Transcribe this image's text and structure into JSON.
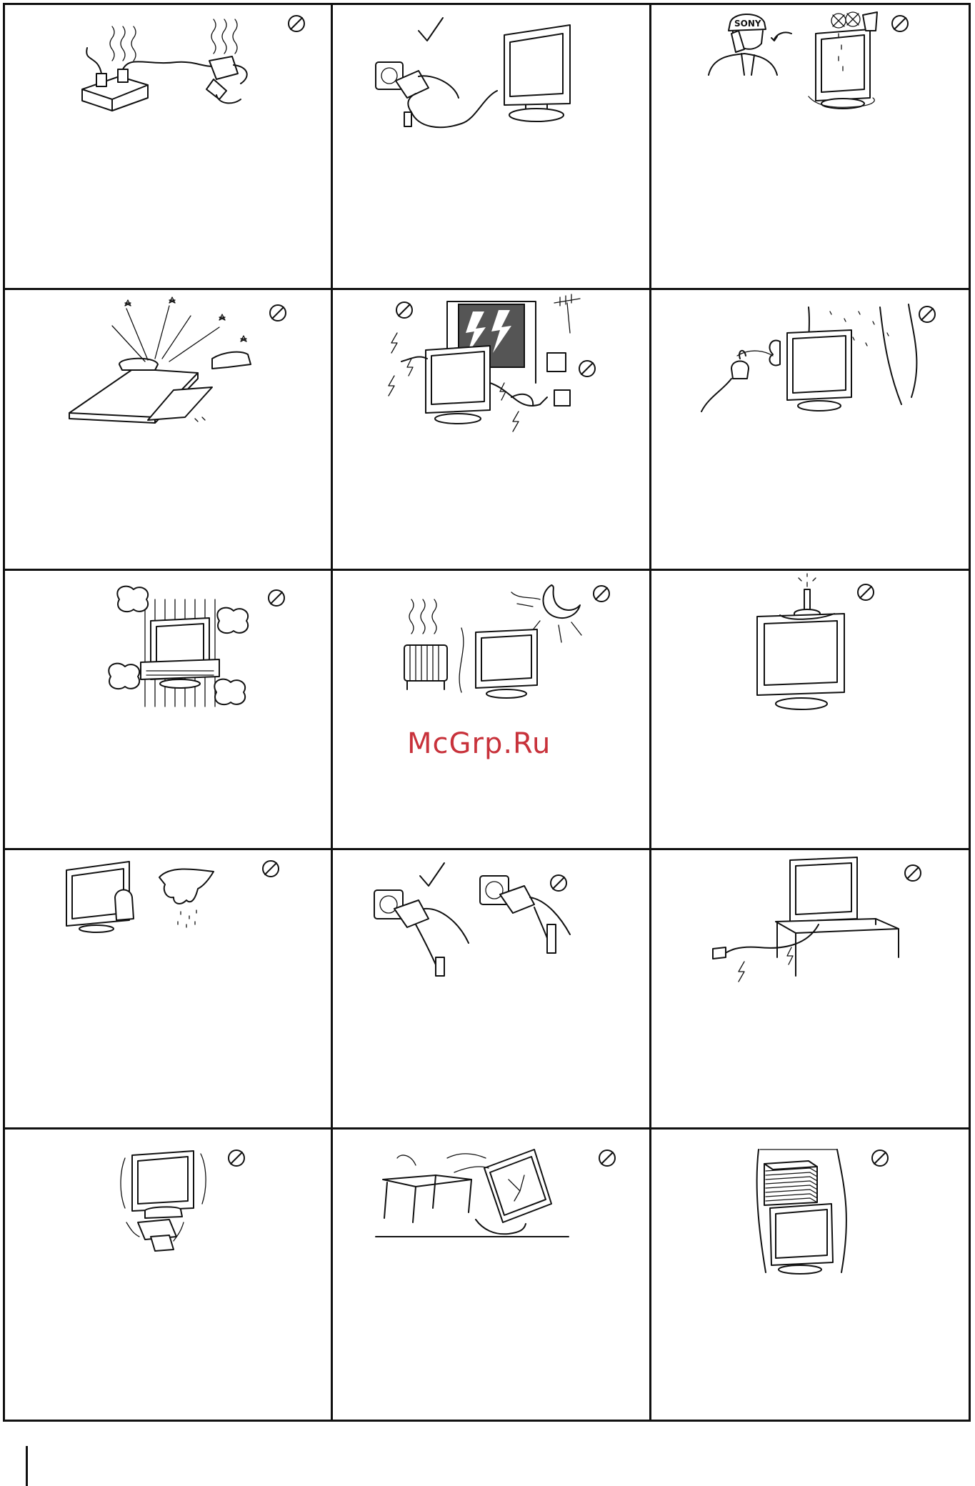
{
  "document": {
    "watermark": "McGrp.Ru",
    "cells": [
      {
        "id": "c1",
        "icon": "prohibited-icon",
        "subject": "overheated-power-strip-illustration"
      },
      {
        "id": "c2",
        "icon": "checkmark-icon",
        "subject": "plug-in-tv-illustration"
      },
      {
        "id": "c3",
        "icon": "prohibited-icon",
        "subject": "service-call-spill-illustration",
        "cap_label": "SONY"
      },
      {
        "id": "c4",
        "icon": "prohibited-icon",
        "subject": "open-cabinet-spark-illustration"
      },
      {
        "id": "c5",
        "icon": "prohibited-icon",
        "subject": "lightning-storm-illustration"
      },
      {
        "id": "c6",
        "icon": "prohibited-icon",
        "subject": "steam-humidity-illustration"
      },
      {
        "id": "c7",
        "icon": "prohibited-icon",
        "subject": "blocked-ventilation-illustration"
      },
      {
        "id": "c8",
        "icon": "prohibited-icon",
        "subject": "heat-sunlight-illustration"
      },
      {
        "id": "c9",
        "icon": "prohibited-icon",
        "subject": "candle-on-tv-illustration"
      },
      {
        "id": "c10",
        "icon": "prohibited-icon",
        "subject": "wet-cloth-illustration"
      },
      {
        "id": "c11",
        "icon": "checkmark-icon",
        "icon2": "prohibited-icon",
        "subject": "plug-handling-illustration"
      },
      {
        "id": "c12",
        "icon": "prohibited-icon",
        "subject": "cord-under-stand-illustration"
      },
      {
        "id": "c13",
        "icon": "prohibited-icon",
        "subject": "unstable-stand-illustration"
      },
      {
        "id": "c14",
        "icon": "prohibited-icon",
        "subject": "falling-tv-illustration"
      },
      {
        "id": "c15",
        "icon": "prohibited-icon",
        "subject": "stacked-objects-illustration"
      }
    ]
  }
}
